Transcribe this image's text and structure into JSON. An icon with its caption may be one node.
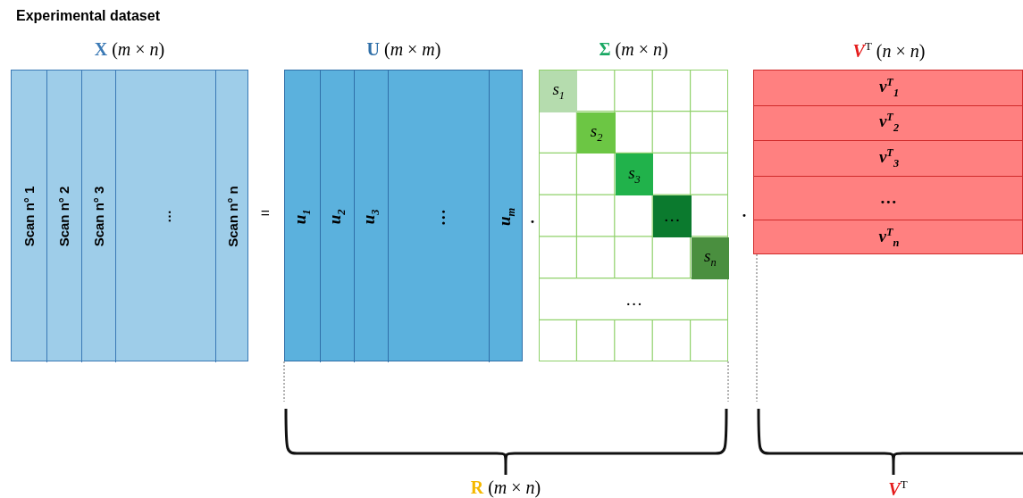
{
  "diagram": {
    "title": "Experimental dataset",
    "nodes": [
      {
        "text": [
          "**X** (*m* × *n*)"
        ]
      },
      {
        "text": [
          "Scan n° 1"
        ],
        "in": 0
      },
      {
        "text": [
          "Scan n° 2"
        ],
        "in": 0
      },
      {
        "text": [
          "Scan n° 3"
        ],
        "in": 0
      },
      {
        "text": [
          "…"
        ],
        "in": 0
      },
      {
        "text": [
          "Scan n° n"
        ],
        "in": 0
      },
      {
        "text": [
          "**U** (*m* × *m*)"
        ]
      },
      {
        "text": [
          "u$_{1}$"
        ],
        "in": 6
      },
      {
        "text": [
          "u$_{2}$"
        ],
        "in": 6
      },
      {
        "text": [
          "u$_{3}$"
        ],
        "in": 6
      },
      {
        "text": [
          "…"
        ],
        "in": 6
      },
      {
        "text": [
          "u$_{m}$"
        ],
        "in": 6
      },
      {
        "text": [
          "**Σ** (*m* × *n*)"
        ]
      },
      {
        "text": [
          "s$_{1}$"
        ],
        "in": 12
      },
      {
        "text": [
          "s$_{2}$"
        ],
        "in": 12
      },
      {
        "text": [
          "s$_{3}$"
        ],
        "in": 12
      },
      {
        "text": [
          "…"
        ],
        "in": 12
      },
      {
        "text": [
          "s$_{n}$"
        ],
        "in": 12
      },
      {
        "text": [
          "…"
        ],
        "in": 12
      },
      {
        "text": [
          "**V**$^{T}$ (*n* × *n*)"
        ]
      },
      {
        "text": [
          "v$^{T}$$_{1}$"
        ],
        "in": 19
      },
      {
        "text": [
          "v$^{T}$$_{2}$"
        ],
        "in": 19
      },
      {
        "text": [
          "v$^{T}$$_{3}$"
        ],
        "in": 19
      },
      {
        "text": [
          "…"
        ],
        "in": 19
      },
      {
        "text": [
          "v$^{T}$$_{n}$"
        ],
        "in": 19
      }
    ],
    "labels": [
      "=",
      "·",
      "·",
      "**R** (*m* × *n*)",
      "**V**$^{T}$"
    ]
  }
}
